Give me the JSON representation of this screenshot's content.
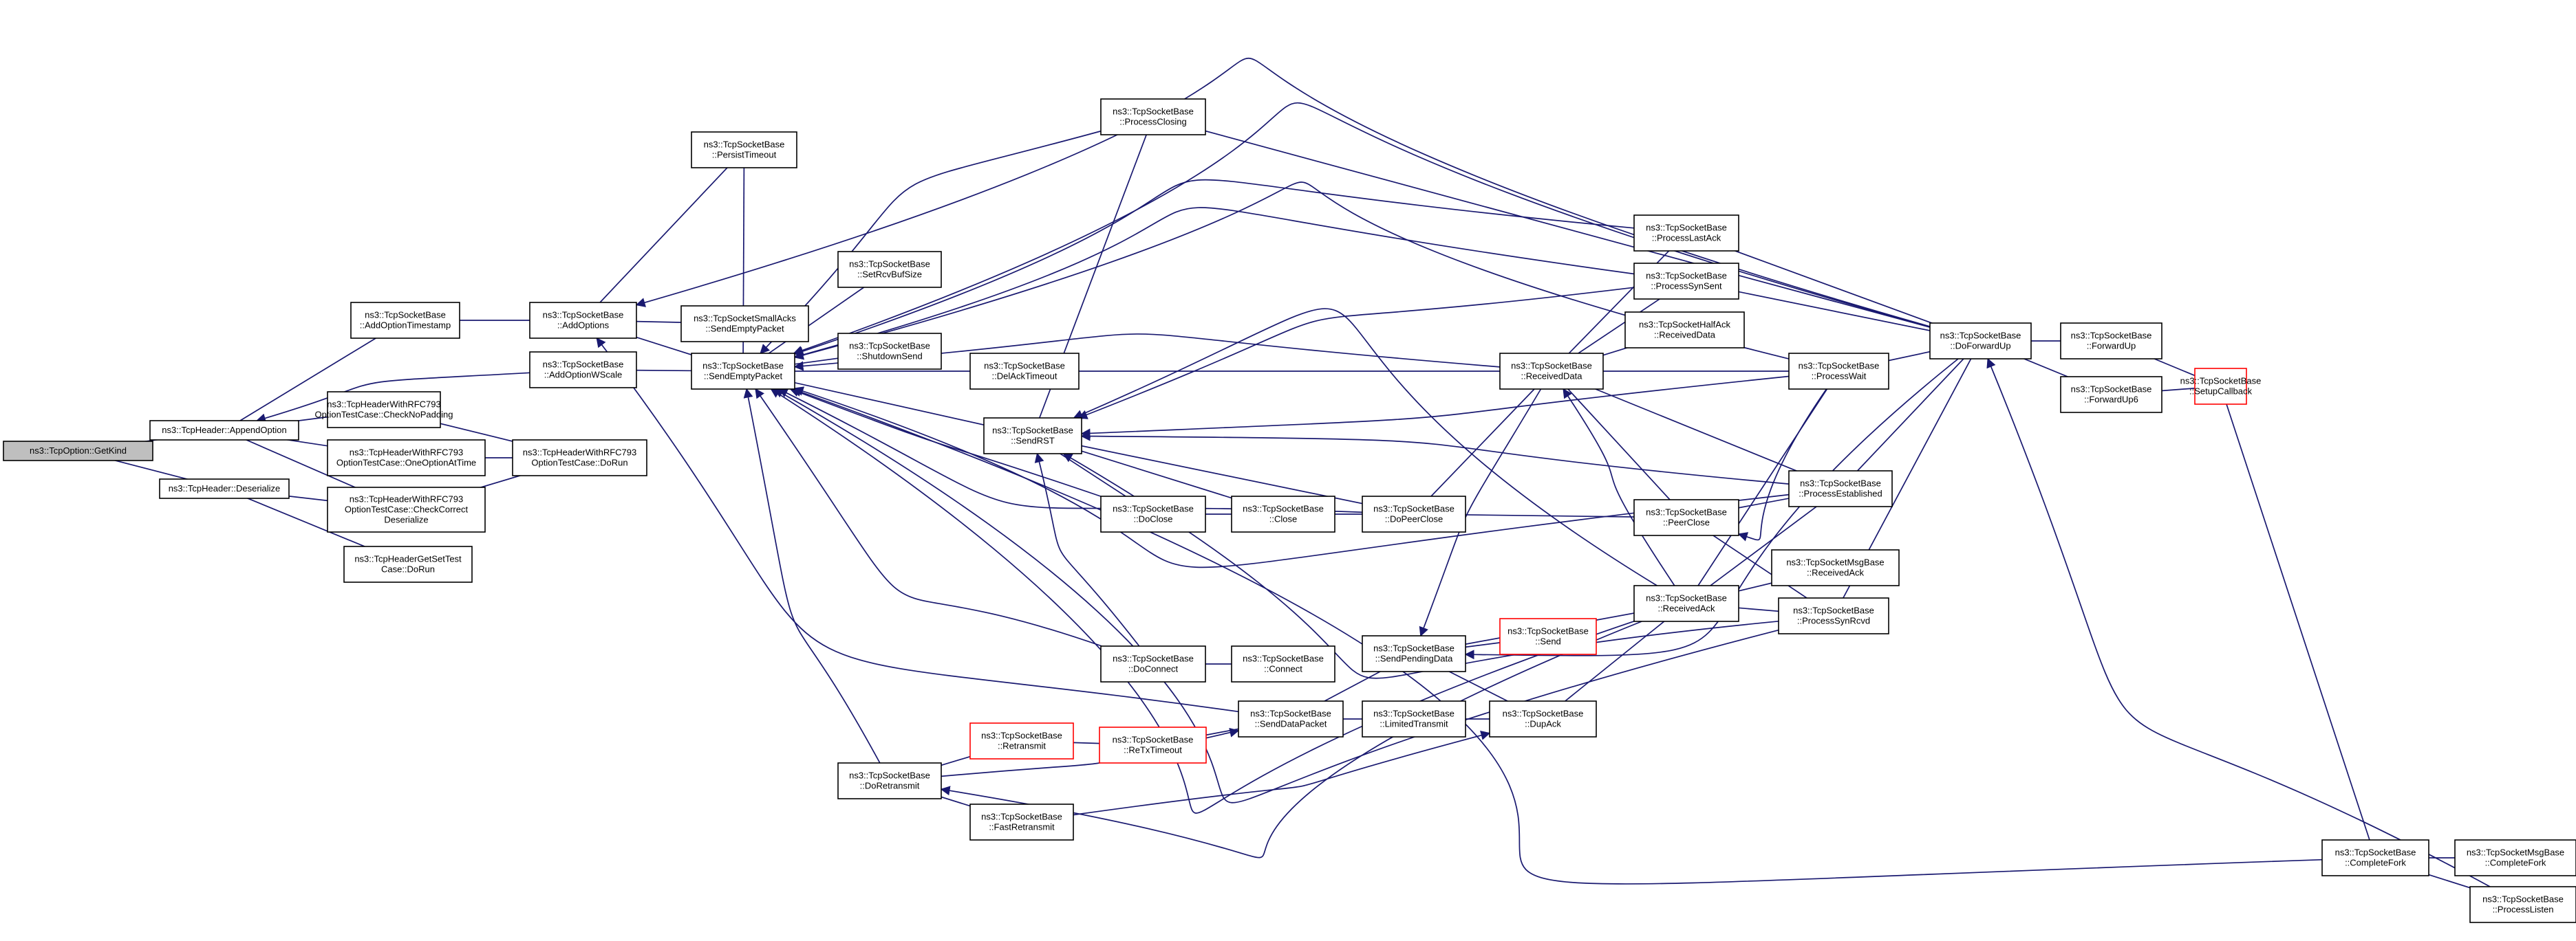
{
  "colors": {
    "edge": "#191970",
    "node_border": "#000000",
    "node_fill": "#ffffff",
    "focus_fill": "#bfbfbf",
    "truncated_border": "#ff0000",
    "background": "#ffffff"
  },
  "nodes": [
    {
      "id": "getkind",
      "lines": [
        "ns3::TcpOption::GetKind"
      ],
      "focus": true
    },
    {
      "id": "appendoption",
      "lines": [
        "ns3::TcpHeader::AppendOption"
      ]
    },
    {
      "id": "deserialize",
      "lines": [
        "ns3::TcpHeader::Deserialize"
      ]
    },
    {
      "id": "addoptionts",
      "lines": [
        "ns3::TcpSocketBase",
        "::AddOptionTimestamp"
      ]
    },
    {
      "id": "addoptionwscale",
      "lines": [
        "ns3::TcpSocketBase",
        "::AddOptionWScale"
      ]
    },
    {
      "id": "checknopadding",
      "lines": [
        "ns3::TcpHeaderWithRFC793",
        "OptionTestCase::CheckNoPadding"
      ]
    },
    {
      "id": "oneoptionattime",
      "lines": [
        "ns3::TcpHeaderWithRFC793",
        "OptionTestCase::OneOptionAtTime"
      ]
    },
    {
      "id": "checkcorrectdeser",
      "lines": [
        "ns3::TcpHeaderWithRFC793",
        "OptionTestCase::CheckCorrect",
        "Deserialize"
      ]
    },
    {
      "id": "rfc793dorun",
      "lines": [
        "ns3::TcpHeaderWithRFC793",
        "OptionTestCase::DoRun"
      ]
    },
    {
      "id": "getsettest",
      "lines": [
        "ns3::TcpHeaderGetSetTest",
        "Case::DoRun"
      ]
    },
    {
      "id": "addoptions",
      "lines": [
        "ns3::TcpSocketBase",
        "::AddOptions"
      ]
    },
    {
      "id": "persisttimeout",
      "lines": [
        "ns3::TcpSocketBase",
        "::PersistTimeout"
      ]
    },
    {
      "id": "smallacks",
      "lines": [
        "ns3::TcpSocketSmallAcks",
        "::SendEmptyPacket"
      ]
    },
    {
      "id": "sendemptypacket",
      "lines": [
        "ns3::TcpSocketBase",
        "::SendEmptyPacket"
      ]
    },
    {
      "id": "setrcvbufsize",
      "lines": [
        "ns3::TcpSocketBase",
        "::SetRcvBufSize"
      ]
    },
    {
      "id": "shutdownsend",
      "lines": [
        "ns3::TcpSocketBase",
        "::ShutdownSend"
      ]
    },
    {
      "id": "processclosing",
      "lines": [
        "ns3::TcpSocketBase",
        "::ProcessClosing"
      ]
    },
    {
      "id": "delacktimeout",
      "lines": [
        "ns3::TcpSocketBase",
        "::DelAckTimeout"
      ]
    },
    {
      "id": "sendrst",
      "lines": [
        "ns3::TcpSocketBase",
        "::SendRST"
      ]
    },
    {
      "id": "doclose",
      "lines": [
        "ns3::TcpSocketBase",
        "::DoClose"
      ]
    },
    {
      "id": "close",
      "lines": [
        "ns3::TcpSocketBase",
        "::Close"
      ]
    },
    {
      "id": "dopeerclose",
      "lines": [
        "ns3::TcpSocketBase",
        "::DoPeerClose"
      ]
    },
    {
      "id": "doconnect",
      "lines": [
        "ns3::TcpSocketBase",
        "::DoConnect"
      ]
    },
    {
      "id": "connect",
      "lines": [
        "ns3::TcpSocketBase",
        "::Connect"
      ]
    },
    {
      "id": "sendpendingdata",
      "lines": [
        "ns3::TcpSocketBase",
        "::SendPendingData"
      ]
    },
    {
      "id": "send",
      "lines": [
        "ns3::TcpSocketBase",
        "::Send"
      ],
      "truncated": true
    },
    {
      "id": "senddatapacket",
      "lines": [
        "ns3::TcpSocketBase",
        "::SendDataPacket"
      ]
    },
    {
      "id": "limitedtransmit",
      "lines": [
        "ns3::TcpSocketBase",
        "::LimitedTransmit"
      ]
    },
    {
      "id": "dupack",
      "lines": [
        "ns3::TcpSocketBase",
        "::DupAck"
      ]
    },
    {
      "id": "retransmit",
      "lines": [
        "ns3::TcpSocketBase",
        "::Retransmit"
      ],
      "truncated": true
    },
    {
      "id": "retxtimeout",
      "lines": [
        "ns3::TcpSocketBase",
        "::ReTxTimeout"
      ],
      "truncated": true
    },
    {
      "id": "doretransmit",
      "lines": [
        "ns3::TcpSocketBase",
        "::DoRetransmit"
      ]
    },
    {
      "id": "fastretransmit",
      "lines": [
        "ns3::TcpSocketBase",
        "::FastRetransmit"
      ]
    },
    {
      "id": "receiveddata",
      "lines": [
        "ns3::TcpSocketBase",
        "::ReceivedData"
      ]
    },
    {
      "id": "halfackrecv",
      "lines": [
        "ns3::TcpSocketHalfAck",
        "::ReceivedData"
      ]
    },
    {
      "id": "processlastack",
      "lines": [
        "ns3::TcpSocketBase",
        "::ProcessLastAck"
      ]
    },
    {
      "id": "processsynsent",
      "lines": [
        "ns3::TcpSocketBase",
        "::ProcessSynSent"
      ]
    },
    {
      "id": "processwait",
      "lines": [
        "ns3::TcpSocketBase",
        "::ProcessWait"
      ]
    },
    {
      "id": "processestablished",
      "lines": [
        "ns3::TcpSocketBase",
        "::ProcessEstablished"
      ]
    },
    {
      "id": "peerclose",
      "lines": [
        "ns3::TcpSocketBase",
        "::PeerClose"
      ]
    },
    {
      "id": "receivedack",
      "lines": [
        "ns3::TcpSocketBase",
        "::ReceivedAck"
      ]
    },
    {
      "id": "msgrecvack",
      "lines": [
        "ns3::TcpSocketMsgBase",
        "::ReceivedAck"
      ]
    },
    {
      "id": "processsynrcvd",
      "lines": [
        "ns3::TcpSocketBase",
        "::ProcessSynRcvd"
      ]
    },
    {
      "id": "doforwardup",
      "lines": [
        "ns3::TcpSocketBase",
        "::DoForwardUp"
      ]
    },
    {
      "id": "forwardup",
      "lines": [
        "ns3::TcpSocketBase",
        "::ForwardUp"
      ]
    },
    {
      "id": "forwardup6",
      "lines": [
        "ns3::TcpSocketBase",
        "::ForwardUp6"
      ]
    },
    {
      "id": "setupcallback",
      "lines": [
        "ns3::TcpSocketBase",
        "::SetupCallback"
      ],
      "truncated": true
    },
    {
      "id": "completefork",
      "lines": [
        "ns3::TcpSocketBase",
        "::CompleteFork"
      ]
    },
    {
      "id": "msgcompletefork",
      "lines": [
        "ns3::TcpSocketMsgBase",
        "::CompleteFork"
      ]
    },
    {
      "id": "processlisten",
      "lines": [
        "ns3::TcpSocketBase",
        "::ProcessListen"
      ]
    }
  ]
}
